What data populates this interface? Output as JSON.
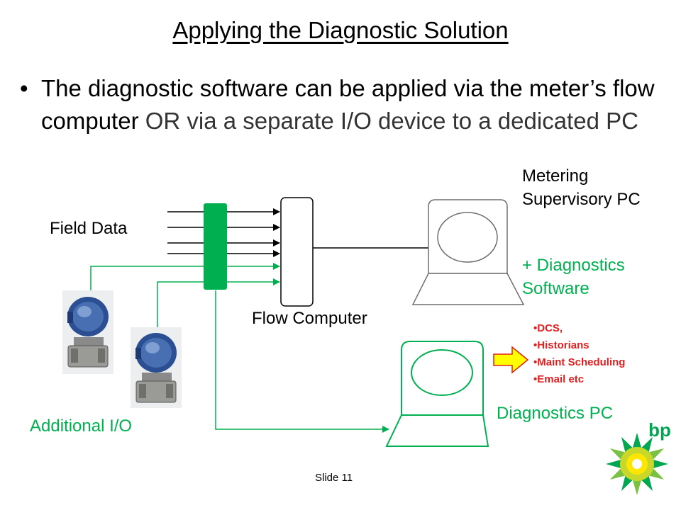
{
  "title": "Applying the Diagnostic Solution",
  "bullet": {
    "marker": "•",
    "text_dark": "The diagnostic software can be applied via the meter’s flow computer",
    "text_light": " OR via a separate I/O device to a dedicated PC"
  },
  "labels": {
    "field_data": "Field Data",
    "flow_computer": "Flow Computer",
    "supervisory_pc": "Metering Supervisory PC",
    "diagnostics_software": "+ Diagnostics Software",
    "additional_io": "Additional I/O",
    "diagnostics_pc": "Diagnostics PC"
  },
  "outputs": [
    "DCS,",
    "Historians",
    "Maint Scheduling",
    "Email etc"
  ],
  "slide_number": "Slide 11",
  "logo_text": "bp",
  "colors": {
    "green": "#00b050",
    "red": "#e02020",
    "arrow_fill": "#ffff00",
    "logo_green": "#00a650",
    "logo_yellow": "#ffe600"
  }
}
